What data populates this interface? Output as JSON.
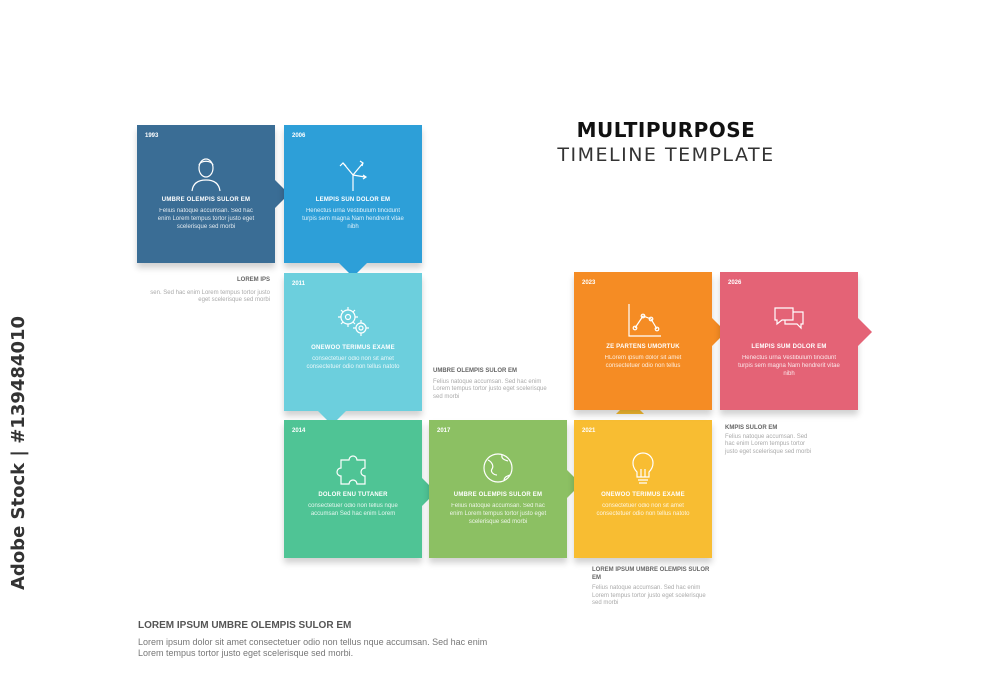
{
  "title": {
    "line1": "MULTIPURPOSE",
    "line2": "TIMELINE TEMPLATE"
  },
  "boxes": [
    {
      "year": "1993",
      "heading": "UMBRE OLEMPIS SULOR EM",
      "text": "Felius natoque accumsan. Sed hac enim Lorem tempus tortor justo eget scelerisque sed morbi",
      "icon": "person-icon",
      "color": "#3a6d95"
    },
    {
      "year": "2006",
      "heading": "LEMPIS SUN DOLOR EM",
      "text": "Henectus urna Vestibulum tincidunt turpis sem magna Nam hendrerit vitae nibh",
      "icon": "arrows-split-icon",
      "color": "#2d9fd8"
    },
    {
      "year": "2011",
      "heading": "ONEWOO TERIMUS EXAME",
      "text": "consectetuer odio non sit amet consectetuer odio non tellus natoto",
      "icon": "gears-icon",
      "color": "#6ccfdd"
    },
    {
      "year": "2014",
      "heading": "DOLOR ENU TUTANER",
      "text": "consectetuer odio non tellus nque accumsan Sed hac enim Lorem",
      "icon": "puzzle-icon",
      "color": "#4fc495"
    },
    {
      "year": "2017",
      "heading": "UMBRE OLEMPIS SULOR EM",
      "text": "Felius natoque accumsan. Sed hac enim Lorem tempus tortor justo eget scelerisque sed morbi",
      "icon": "globe-icon",
      "color": "#8cc063"
    },
    {
      "year": "2021",
      "heading": "ONEWOO TERIMUS EXAME",
      "text": "consectetuer odio non sit amet consectetuer odio non tellus natoto",
      "icon": "lightbulb-icon",
      "color": "#f8bd32"
    },
    {
      "year": "2023",
      "heading": "ZE PARTENS UMORTUK",
      "text": "HLorem ipsum dolor sit amet consectetuer odio non tellus",
      "icon": "chart-icon",
      "color": "#f58c24"
    },
    {
      "year": "2026",
      "heading": "LEMPIS SUM DOLOR EM",
      "text": "Henectus urna Vestibulum tincidunt turpis sem magna Nam hendrerit vitae nibh",
      "icon": "chat-bubbles-icon",
      "color": "#e46376"
    }
  ],
  "notes": [
    {
      "heading": "LOREM IPS",
      "text": "sen. Sed hac enim Lorem tempus tortor justo eget scelerisque sed morbi"
    },
    {
      "heading": "UMBRE OLEMPIS SULOR EM",
      "text": "Felius natoque accumsan. Sed hac enim Lorem tempus tortor justo eget scelerisque sed morbi"
    },
    {
      "heading": "KMPIS SULOR EM",
      "text": "Felius natoque accumsan. Sed hac enim Lorem tempus tortor justo eget scelerisque sed morbi"
    },
    {
      "heading": "LOREM IPSUM UMBRE OLEMPIS SULOR EM",
      "text": "Felius natoque accumsan. Sed hac enim Lorem tempus tortor justo eget scelerisque sed morbi"
    }
  ],
  "bottom": {
    "heading": "LOREM IPSUM UMBRE OLEMPIS SULOR EM",
    "text": "Lorem ipsum dolor sit amet consectetuer odio non tellus nque accumsan. Sed hac enim Lorem tempus tortor justo eget scelerisque sed morbi."
  },
  "watermark": "Adobe Stock | #139484010"
}
